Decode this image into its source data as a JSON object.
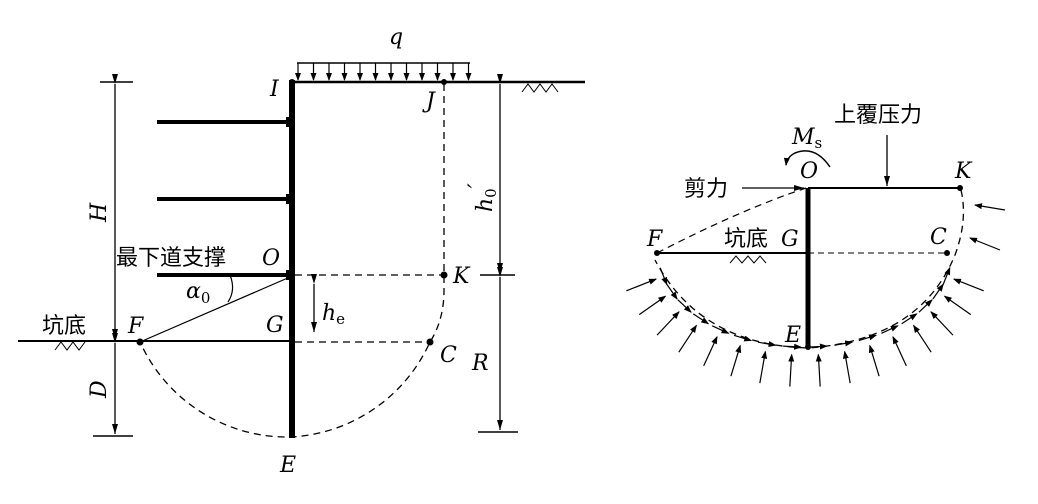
{
  "left": {
    "load": "q",
    "points": {
      "I": "I",
      "J": "J",
      "K": "K",
      "O": "O",
      "G": "G",
      "F": "F",
      "C": "C",
      "E": "E"
    },
    "dims": {
      "H": "H",
      "D": "D",
      "h0": "h",
      "h0_sub": "0",
      "h0_prime": "′",
      "he": "h",
      "he_sub": "e",
      "R": "R"
    },
    "angle": "α",
    "angle_sub": "0",
    "strut_label": "最下道支撑",
    "pit_bottom": "坑底"
  },
  "right": {
    "points": {
      "O": "O",
      "K": "K",
      "F": "F",
      "C": "C",
      "E": "E",
      "G": "G"
    },
    "moment": "M",
    "moment_sub": "s",
    "shear": "剪力",
    "overburden": "上覆压力",
    "pit_bottom": "坑底"
  }
}
